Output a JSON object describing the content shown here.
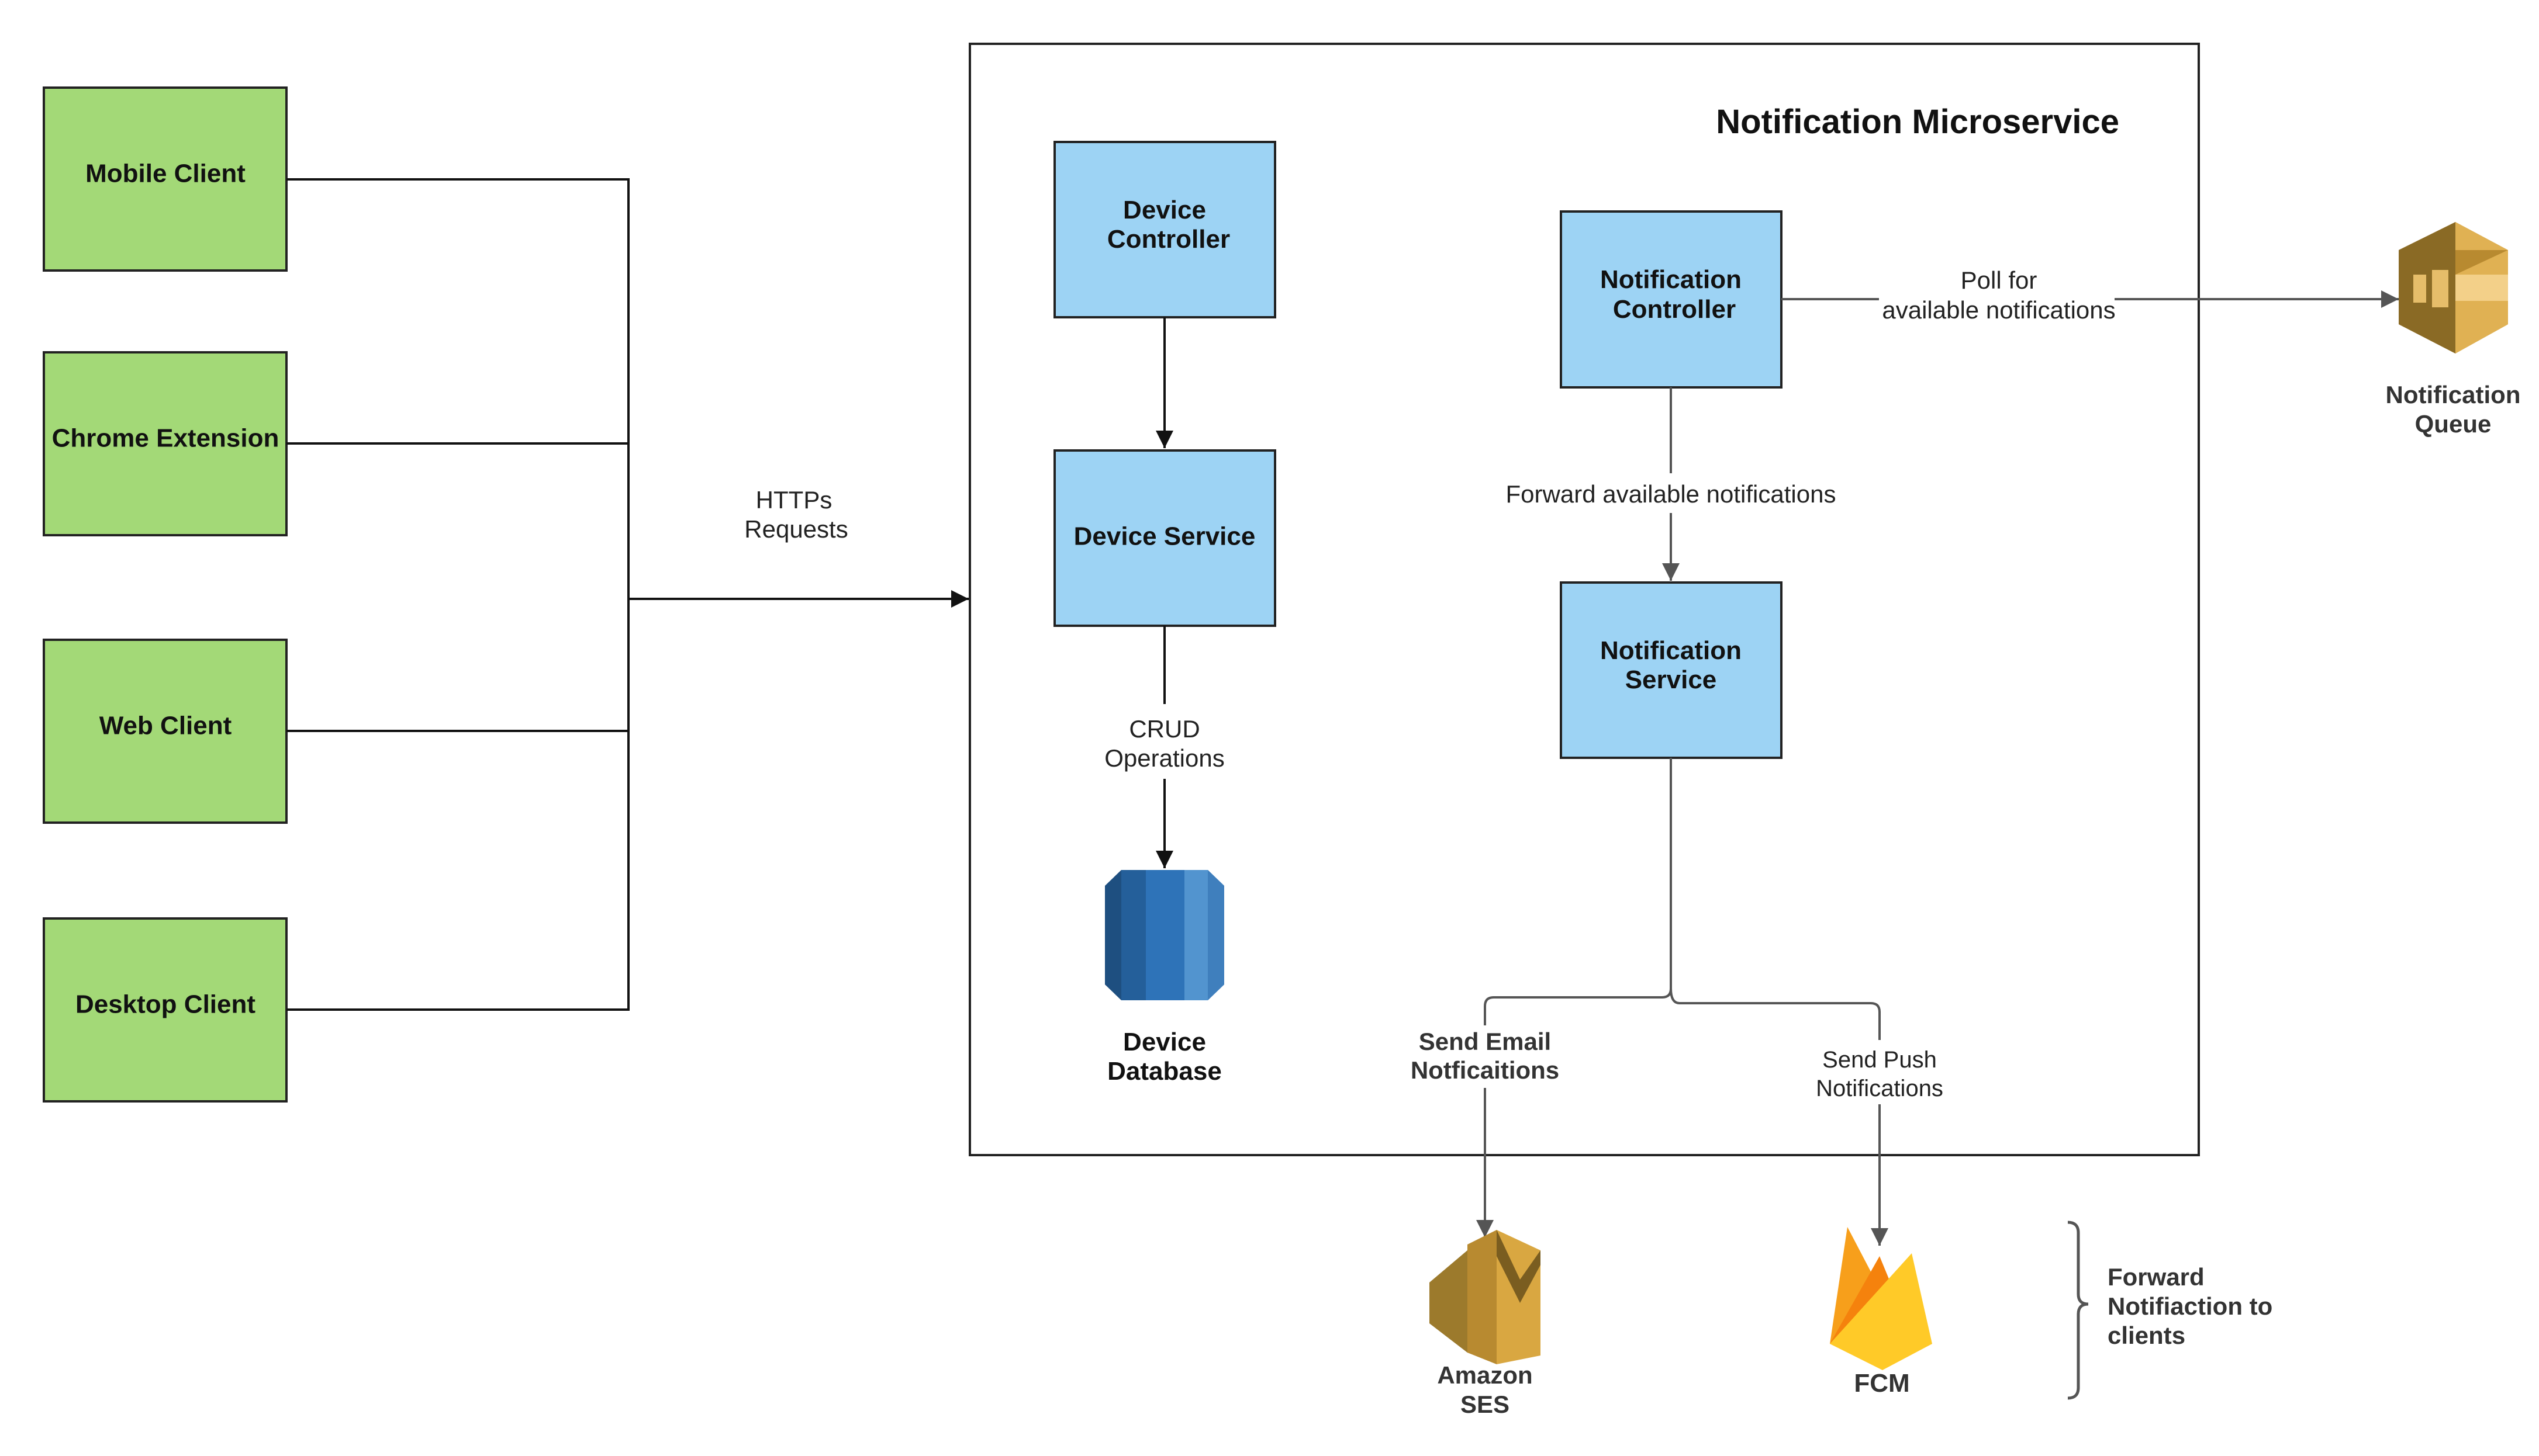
{
  "clients": {
    "mobile": "Mobile Client",
    "chrome": "Chrome Extension",
    "web": "Web Client",
    "desktop": "Desktop Client"
  },
  "edges": {
    "https": [
      "HTTPs",
      "Requests"
    ],
    "crud": [
      "CRUD",
      "Operations"
    ],
    "poll": [
      "Poll for",
      "available notifications"
    ],
    "forward": "Forward available notifications",
    "send_email": [
      "Send Email",
      "Notficaitions"
    ],
    "send_push": [
      "Send Push",
      "Notifications"
    ]
  },
  "microservice": {
    "title": "Notification Microservice",
    "device_controller": [
      "Device",
      "Controller"
    ],
    "device_service": "Device Service",
    "device_database": [
      "Device",
      "Database"
    ],
    "notification_controller": [
      "Notification",
      "Controller"
    ],
    "notification_service": [
      "Notification",
      "Service"
    ]
  },
  "external": {
    "notification_queue": [
      "Notification",
      "Queue"
    ],
    "amazon_ses": [
      "Amazon",
      "SES"
    ],
    "fcm": "FCM",
    "bracket_note": [
      "Forward",
      "Notifiaction to",
      "clients"
    ]
  },
  "icons": {
    "queue": "aws-sqs-icon",
    "database": "aws-rds-icon",
    "ses": "aws-ses-icon",
    "fcm": "firebase-icon"
  },
  "colors": {
    "client_fill": "#a3d977",
    "service_fill": "#9dd3f4",
    "aws_gold": "#d9a741",
    "aws_blue": "#2e73b8",
    "firebase_yellow": "#ffca28"
  }
}
